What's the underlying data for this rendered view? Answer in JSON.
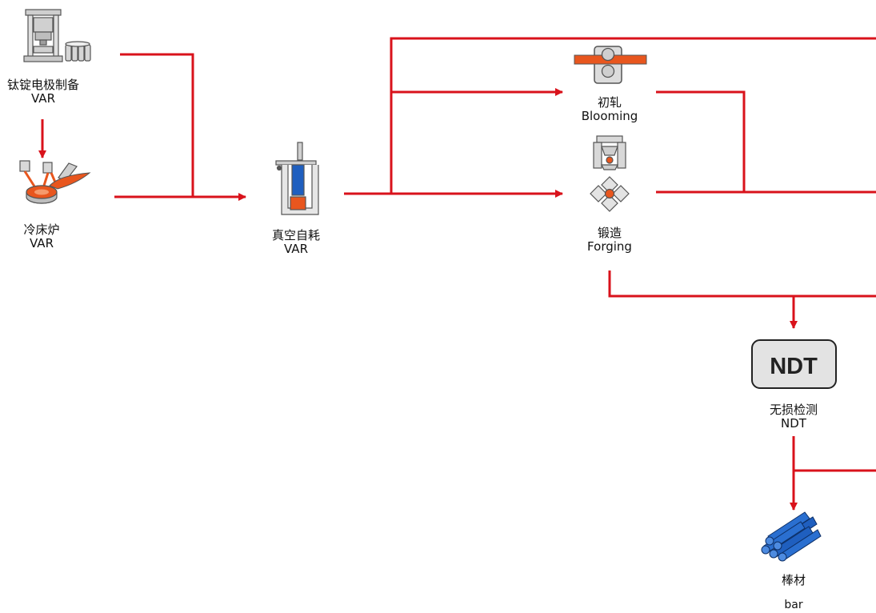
{
  "colors": {
    "flow_line": "#d9121b",
    "grey_fill": "#dcdcdc",
    "grey_stroke": "#555555",
    "orange": "#e8561e",
    "blue": "#1f5fbf",
    "ndt_box": "#e3e3e3"
  },
  "nodes": {
    "electrode": {
      "zh": "钛锭电极制备",
      "en": "VAR",
      "icon": "press-machine-icon"
    },
    "cold_hearth": {
      "zh": "冷床炉",
      "en": "VAR",
      "icon": "cold-hearth-furnace-icon"
    },
    "var": {
      "zh": "真空自耗",
      "en": "VAR",
      "icon": "vacuum-arc-furnace-icon"
    },
    "blooming": {
      "zh": "初轧",
      "en": "Blooming",
      "icon": "rolling-mill-icon"
    },
    "forging": {
      "zh": "锻造",
      "en": "Forging",
      "icon": "forging-press-icon"
    },
    "ndt": {
      "zh": "无损检测",
      "en": "NDT",
      "icon": "ndt-box-icon",
      "box_text": "NDT"
    },
    "bar": {
      "zh": "棒材",
      "en": "bar",
      "icon": "bar-bundle-icon"
    }
  }
}
